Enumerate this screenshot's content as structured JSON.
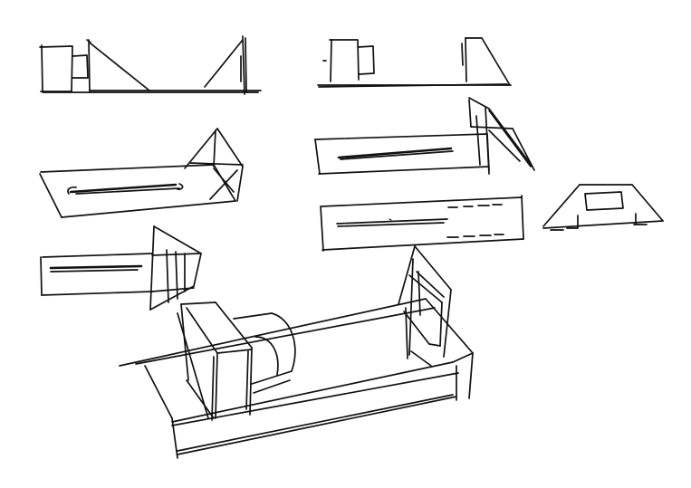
{
  "colors": {
    "paper": "#ffffff",
    "ink": "#111111"
  },
  "sketches": [
    {
      "name": "side-view-left-top"
    },
    {
      "name": "side-view-right-top"
    },
    {
      "name": "slotted-plank-with-wedge"
    },
    {
      "name": "slotted-plank-with-end-frame"
    },
    {
      "name": "dashed-slot-plank"
    },
    {
      "name": "trapezoid-end-view"
    },
    {
      "name": "plank-with-pyramid-end"
    },
    {
      "name": "main-assembly-perspective"
    }
  ]
}
